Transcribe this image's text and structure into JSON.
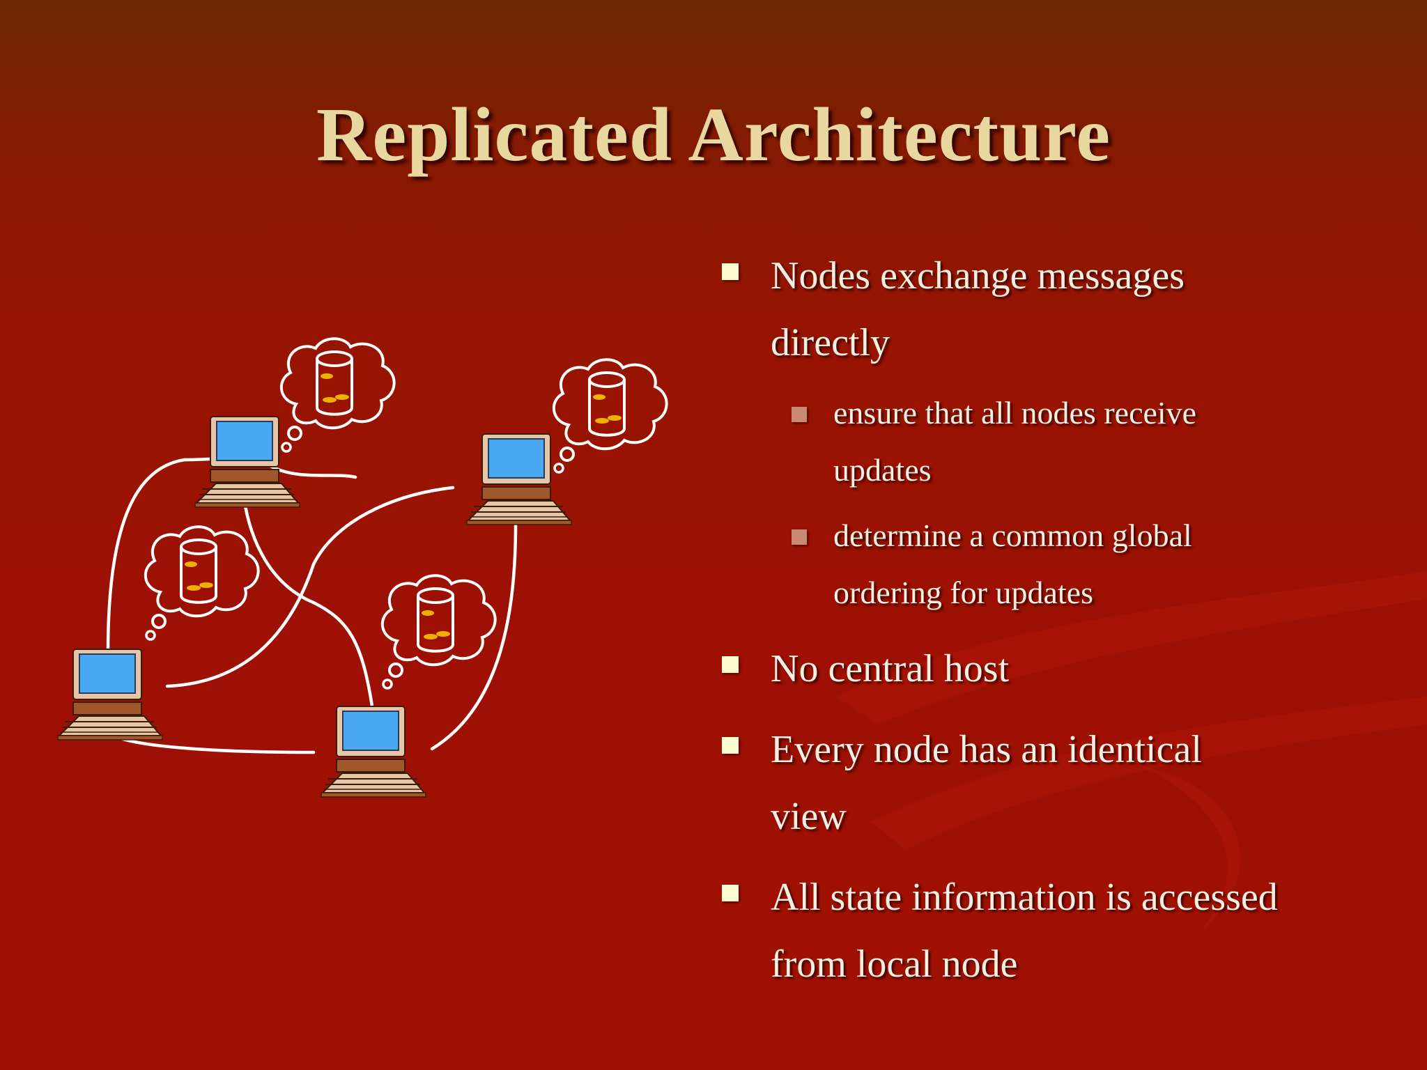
{
  "slide": {
    "title": "Replicated Architecture",
    "bullets": [
      {
        "text": "Nodes exchange messages directly",
        "line1": "Nodes exchange messages",
        "line2": "directly",
        "sub": [
          {
            "line1": "ensure that all nodes receive",
            "line2": "updates"
          },
          {
            "line1": "determine a common global",
            "line2": "ordering for updates"
          }
        ]
      },
      {
        "line1": "No central host"
      },
      {
        "line1": "Every node has an identical",
        "line2": "view"
      },
      {
        "line1": "All state information is accessed",
        "line2": "from local node"
      }
    ]
  },
  "colors": {
    "title": "#e8d8a0",
    "text": "#f4efe2",
    "bullet_primary": "#fffbd0",
    "bullet_secondary": "#c98a73",
    "screen": "#4aa8f0",
    "computer_body": "#e6c6a6",
    "computer_base": "#a0582a",
    "disk": "#f0b000"
  },
  "diagram": {
    "nodes": [
      "computer-top-left",
      "computer-top-right",
      "computer-bottom-left",
      "computer-bottom-center"
    ],
    "node_icon": "computer-icon",
    "thought_icon": "database-thought-bubble-icon"
  }
}
